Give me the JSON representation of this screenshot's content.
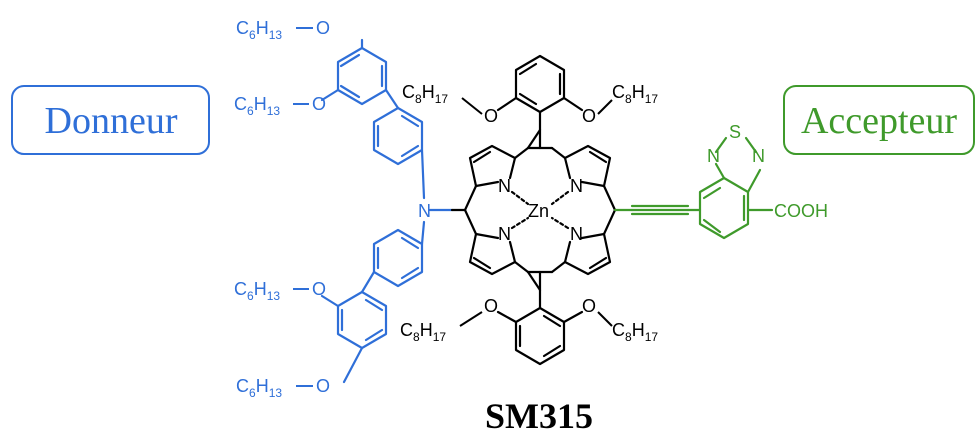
{
  "colors": {
    "donor": "#2f6fd8",
    "acceptor": "#3f9a2b",
    "core": "#000000"
  },
  "labels": {
    "donor": "Donneur",
    "acceptor": "Accepteur",
    "compound": "SM315"
  },
  "atoms": {
    "metal": "Zn",
    "nitrogen": "N",
    "oxygen": "O",
    "sulfur": "S",
    "acid_group": "COOH",
    "hexyl_prefix": "C",
    "hexyl_sub_a": "6",
    "hexyl_mid": "H",
    "hexyl_sub_b": "13",
    "octyl_sub_a": "8",
    "octyl_sub_b": "17"
  }
}
